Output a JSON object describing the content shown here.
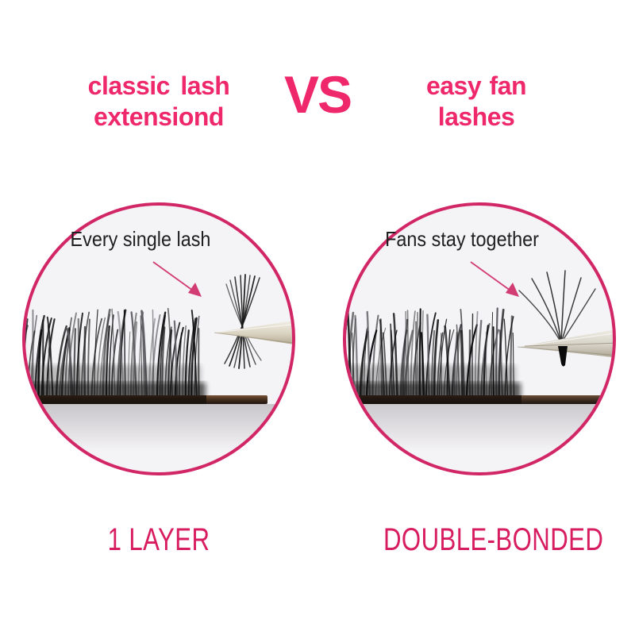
{
  "header": {
    "left_line1": "classic lash",
    "left_line2": "extensiond",
    "vs": "VS",
    "right_line1": "easy fan",
    "right_line2": "lashes"
  },
  "panels": {
    "left": {
      "callout": "Every single lash",
      "caption": "1 LAYER"
    },
    "right": {
      "callout": "Fans stay together",
      "caption": "DOUBLE-BONDED"
    }
  },
  "icons": {
    "left_arrow": "arrow-down-right-icon",
    "right_arrow": "arrow-down-right-icon",
    "left_subject": "single-lash-bundle-in-tweezers",
    "right_subject": "fan-lash-in-tweezers"
  },
  "colors": {
    "brand_pink": "#ef286b",
    "deep_pink": "#d81c60",
    "border_pink": "#d22766",
    "arrow_pink": "#d13d72",
    "ink": "#1f1f1f",
    "photo_bg": "#f4f3f5"
  }
}
